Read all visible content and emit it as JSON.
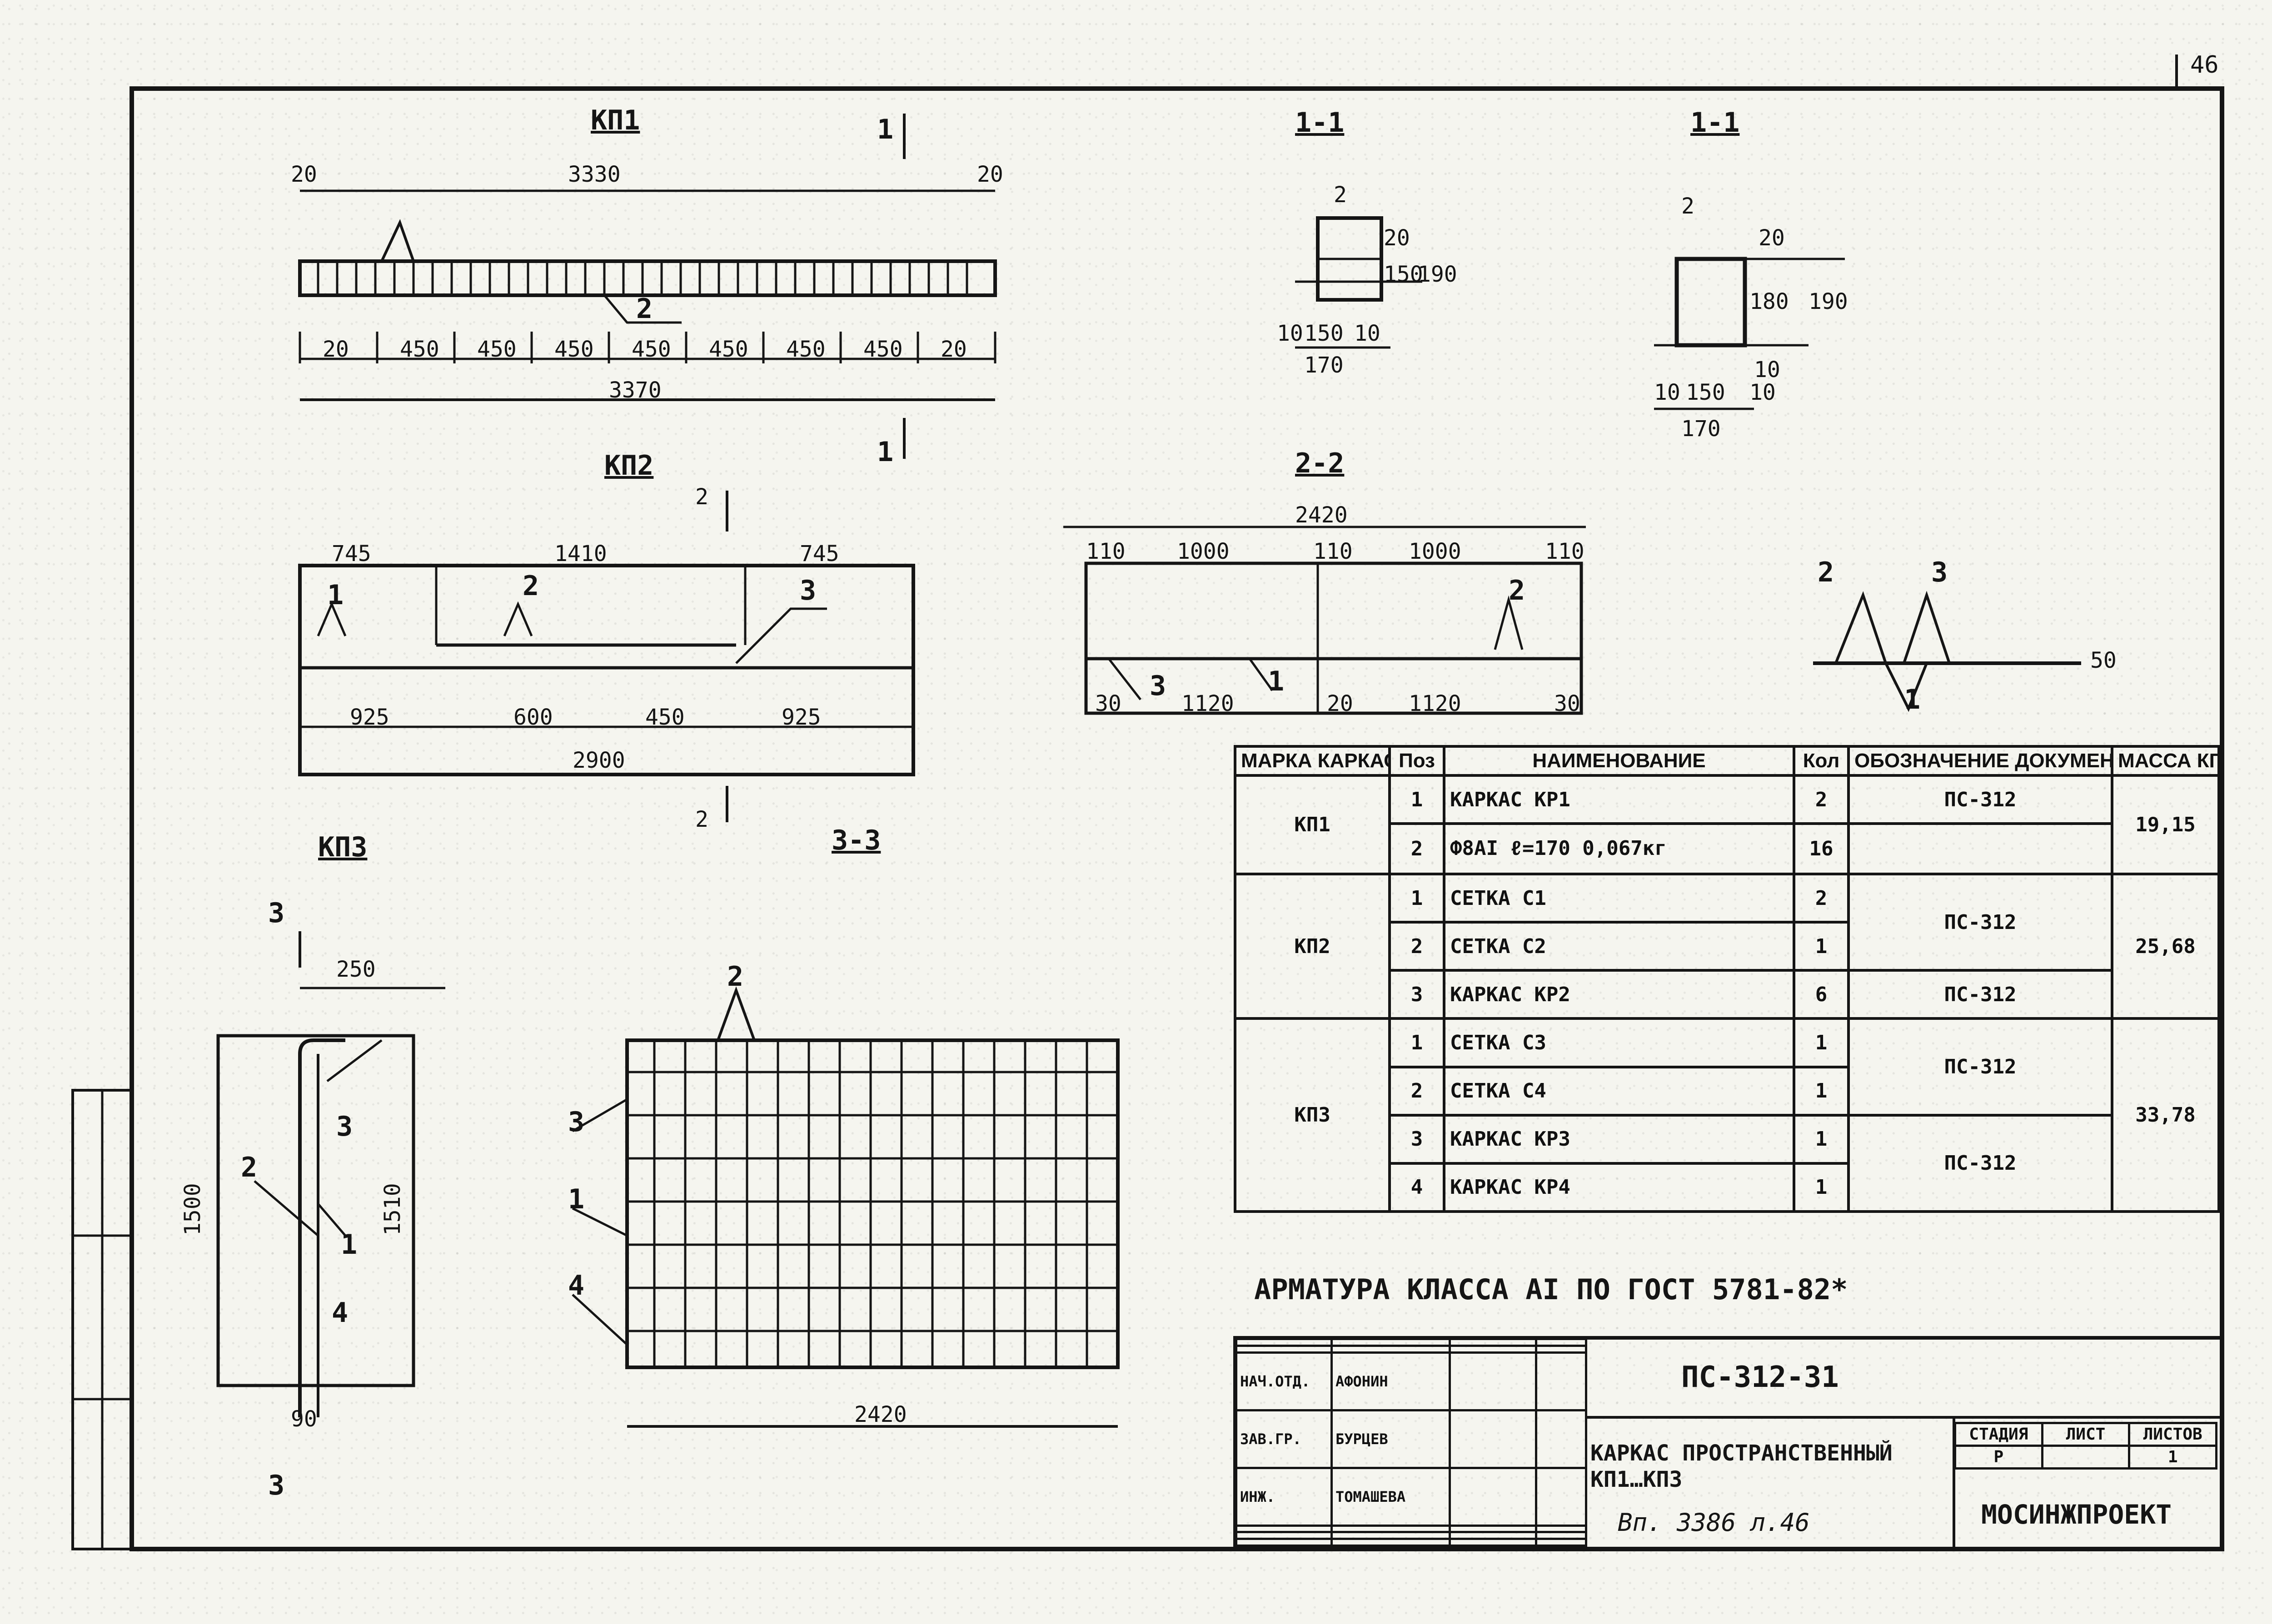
{
  "sheet": {
    "number": "46"
  },
  "views": {
    "kp1": {
      "title": "КП1",
      "dims_top": [
        "20",
        "3330",
        "20"
      ],
      "dims_bottom": [
        "20",
        "450",
        "450",
        "450",
        "450",
        "450",
        "450",
        "450",
        "20"
      ],
      "total": "3370",
      "section_mark": "1",
      "callout": "2"
    },
    "section_1_1_a": {
      "title": "1-1",
      "dims": [
        "20",
        "150",
        "190",
        "10",
        "150",
        "10",
        "170"
      ],
      "callout": "2"
    },
    "section_1_1_b": {
      "title": "1-1",
      "dims": [
        "20",
        "180",
        "190",
        "10",
        "150",
        "10",
        "10",
        "170"
      ],
      "callout": "2"
    },
    "kp2": {
      "title": "КП2",
      "section_mark": "2",
      "dims_top": [
        "745",
        "1410",
        "745"
      ],
      "dims_bottom": [
        "925",
        "600",
        "450",
        "925"
      ],
      "total": "2900",
      "callouts": [
        "1",
        "2",
        "3"
      ]
    },
    "section_2_2": {
      "title": "2-2",
      "total": "2420",
      "dims_top": [
        "110",
        "1000",
        "110",
        "1000",
        "110"
      ],
      "dims_bottom": [
        "30",
        "1120",
        "20",
        "1120",
        "30"
      ],
      "callouts": [
        "1",
        "2",
        "3"
      ]
    },
    "detail": {
      "callouts": [
        "2",
        "3",
        "1"
      ],
      "dim": "50"
    },
    "kp3": {
      "title": "КП3",
      "section_mark": "3",
      "dims": [
        "250",
        "1500",
        "1510",
        "90"
      ],
      "callouts": [
        "1",
        "2",
        "3",
        "4"
      ]
    },
    "section_3_3": {
      "title": "3-3",
      "total": "2420",
      "callouts": [
        "1",
        "2",
        "3",
        "4"
      ]
    }
  },
  "spec_table": {
    "headers": [
      "МАРКА КАРКАСА",
      "Поз",
      "НАИМЕНОВАНИЕ",
      "Кол",
      "ОБОЗНАЧЕНИЕ ДОКУМЕНТА",
      "МАССА КГ"
    ],
    "rows": [
      {
        "mark": "КП1",
        "pos": "1",
        "name": "КАРКАС КР1",
        "qty": "2",
        "doc": "ПС-312",
        "mass": "19,15"
      },
      {
        "mark": "",
        "pos": "2",
        "name": "Ф8АI  ℓ=170  0,067кг",
        "qty": "16",
        "doc": "",
        "mass": ""
      },
      {
        "mark": "КП2",
        "pos": "1",
        "name": "СЕТКА С1",
        "qty": "2",
        "doc": "ПС-312",
        "mass": "25,68"
      },
      {
        "mark": "",
        "pos": "2",
        "name": "СЕТКА С2",
        "qty": "1",
        "doc": "",
        "mass": ""
      },
      {
        "mark": "",
        "pos": "3",
        "name": "КАРКАС КР2",
        "qty": "6",
        "doc": "ПС-312",
        "mass": ""
      },
      {
        "mark": "КП3",
        "pos": "1",
        "name": "СЕТКА С3",
        "qty": "1",
        "doc": "ПС-312",
        "mass": "33,78"
      },
      {
        "mark": "",
        "pos": "2",
        "name": "СЕТКА С4",
        "qty": "1",
        "doc": "",
        "mass": ""
      },
      {
        "mark": "",
        "pos": "3",
        "name": "КАРКАС КР3",
        "qty": "1",
        "doc": "ПС-312",
        "mass": ""
      },
      {
        "mark": "",
        "pos": "4",
        "name": "КАРКАС КР4",
        "qty": "1",
        "doc": "",
        "mass": ""
      }
    ],
    "note": "АРМАТУРА КЛАССА АI ПО ГОСТ 5781-82*"
  },
  "title_block": {
    "doc_code": "ПС-312-31",
    "roles": [
      {
        "role": "НАЧ.ОТД.",
        "name": "АФОНИН"
      },
      {
        "role": "ЗАВ.ГР.",
        "name": "БУРЦЕВ"
      },
      {
        "role": "ИНЖ.",
        "name": "ТОМАШЕВА"
      }
    ],
    "title": "КАРКАС ПРОСТРАНСТВЕННЫЙ КП1…КП3",
    "stage_headers": [
      "СТАДИЯ",
      "ЛИСТ",
      "ЛИСТОВ"
    ],
    "stage_values": [
      "Р",
      "",
      "1"
    ],
    "organization": "МОСИНЖПРОЕКТ",
    "handwritten_ref": "Вп. 3386 л.46"
  }
}
